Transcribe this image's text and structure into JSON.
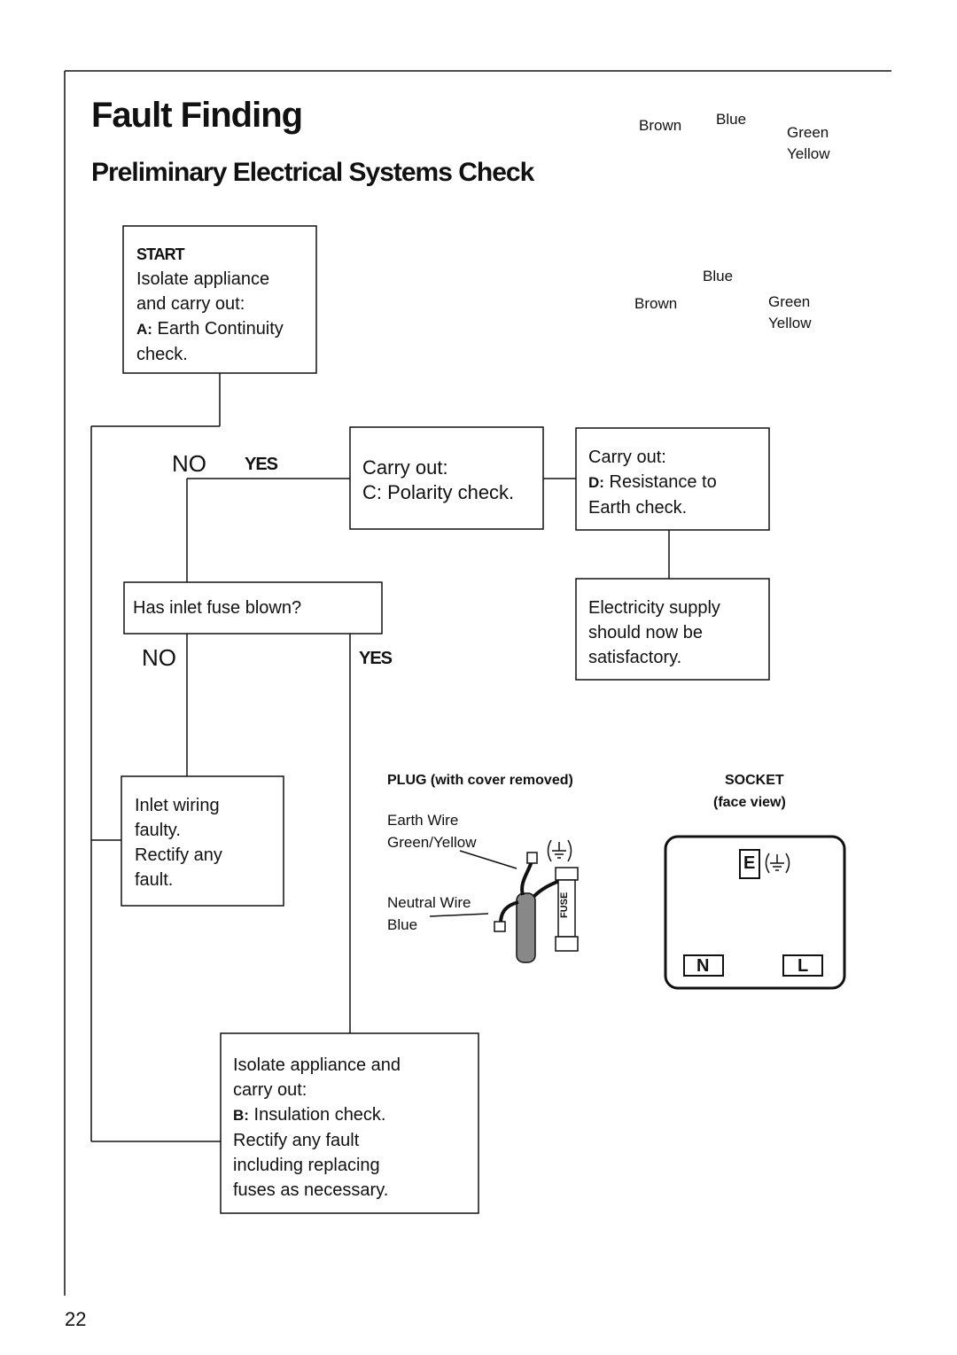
{
  "page": {
    "title": "Fault Finding",
    "subtitle": "Preliminary Electrical Systems Check",
    "page_number": "22"
  },
  "wire_colours_top": {
    "brown": "Brown",
    "blue": "Blue",
    "green": "Green",
    "yellow": "Yellow"
  },
  "wire_colours_bottom": {
    "brown": "Brown",
    "blue": "Blue",
    "green": "Green",
    "yellow": "Yellow"
  },
  "flow": {
    "start": {
      "heading": "START",
      "line1": "Isolate appliance",
      "line2": "and carry out:",
      "code": "A:",
      "line3": "Earth Continuity",
      "line4": "check."
    },
    "branch1": {
      "no": "NO",
      "yes": "YES"
    },
    "polarity": {
      "line1": "Carry out:",
      "line2": "C: Polarity check."
    },
    "resistance": {
      "line1": "Carry out:",
      "code": "D:",
      "line2": "Resistance to",
      "line3": "Earth check."
    },
    "fuse_question": {
      "text": "Has inlet fuse blown?"
    },
    "supply_ok": {
      "line1": "Electricity supply",
      "line2": "should now be",
      "line3": "satisfactory."
    },
    "branch2": {
      "no": "NO",
      "yes": "YES"
    },
    "inlet_wiring": {
      "line1": "Inlet wiring",
      "line2": "faulty.",
      "line3": "Rectify any",
      "line4": "fault."
    },
    "insulation": {
      "line1": "Isolate appliance and",
      "line2": "carry out:",
      "code": "B:",
      "line3": "Insulation check.",
      "line4": "Rectify any fault",
      "line5": "including replacing",
      "line6": "fuses as necessary."
    }
  },
  "plug": {
    "title": "PLUG (with cover removed)",
    "earth_label1": "Earth Wire",
    "earth_label2": "Green/Yellow",
    "neutral_label1": "Neutral Wire",
    "neutral_label2": "Blue",
    "fuse_text": "FUSE"
  },
  "socket": {
    "title": "SOCKET",
    "subtitle": "(face view)",
    "earth_pin": "E",
    "neutral_pin": "N",
    "live_pin": "L"
  },
  "colors": {
    "line": "#111111",
    "cable": "#888888"
  }
}
